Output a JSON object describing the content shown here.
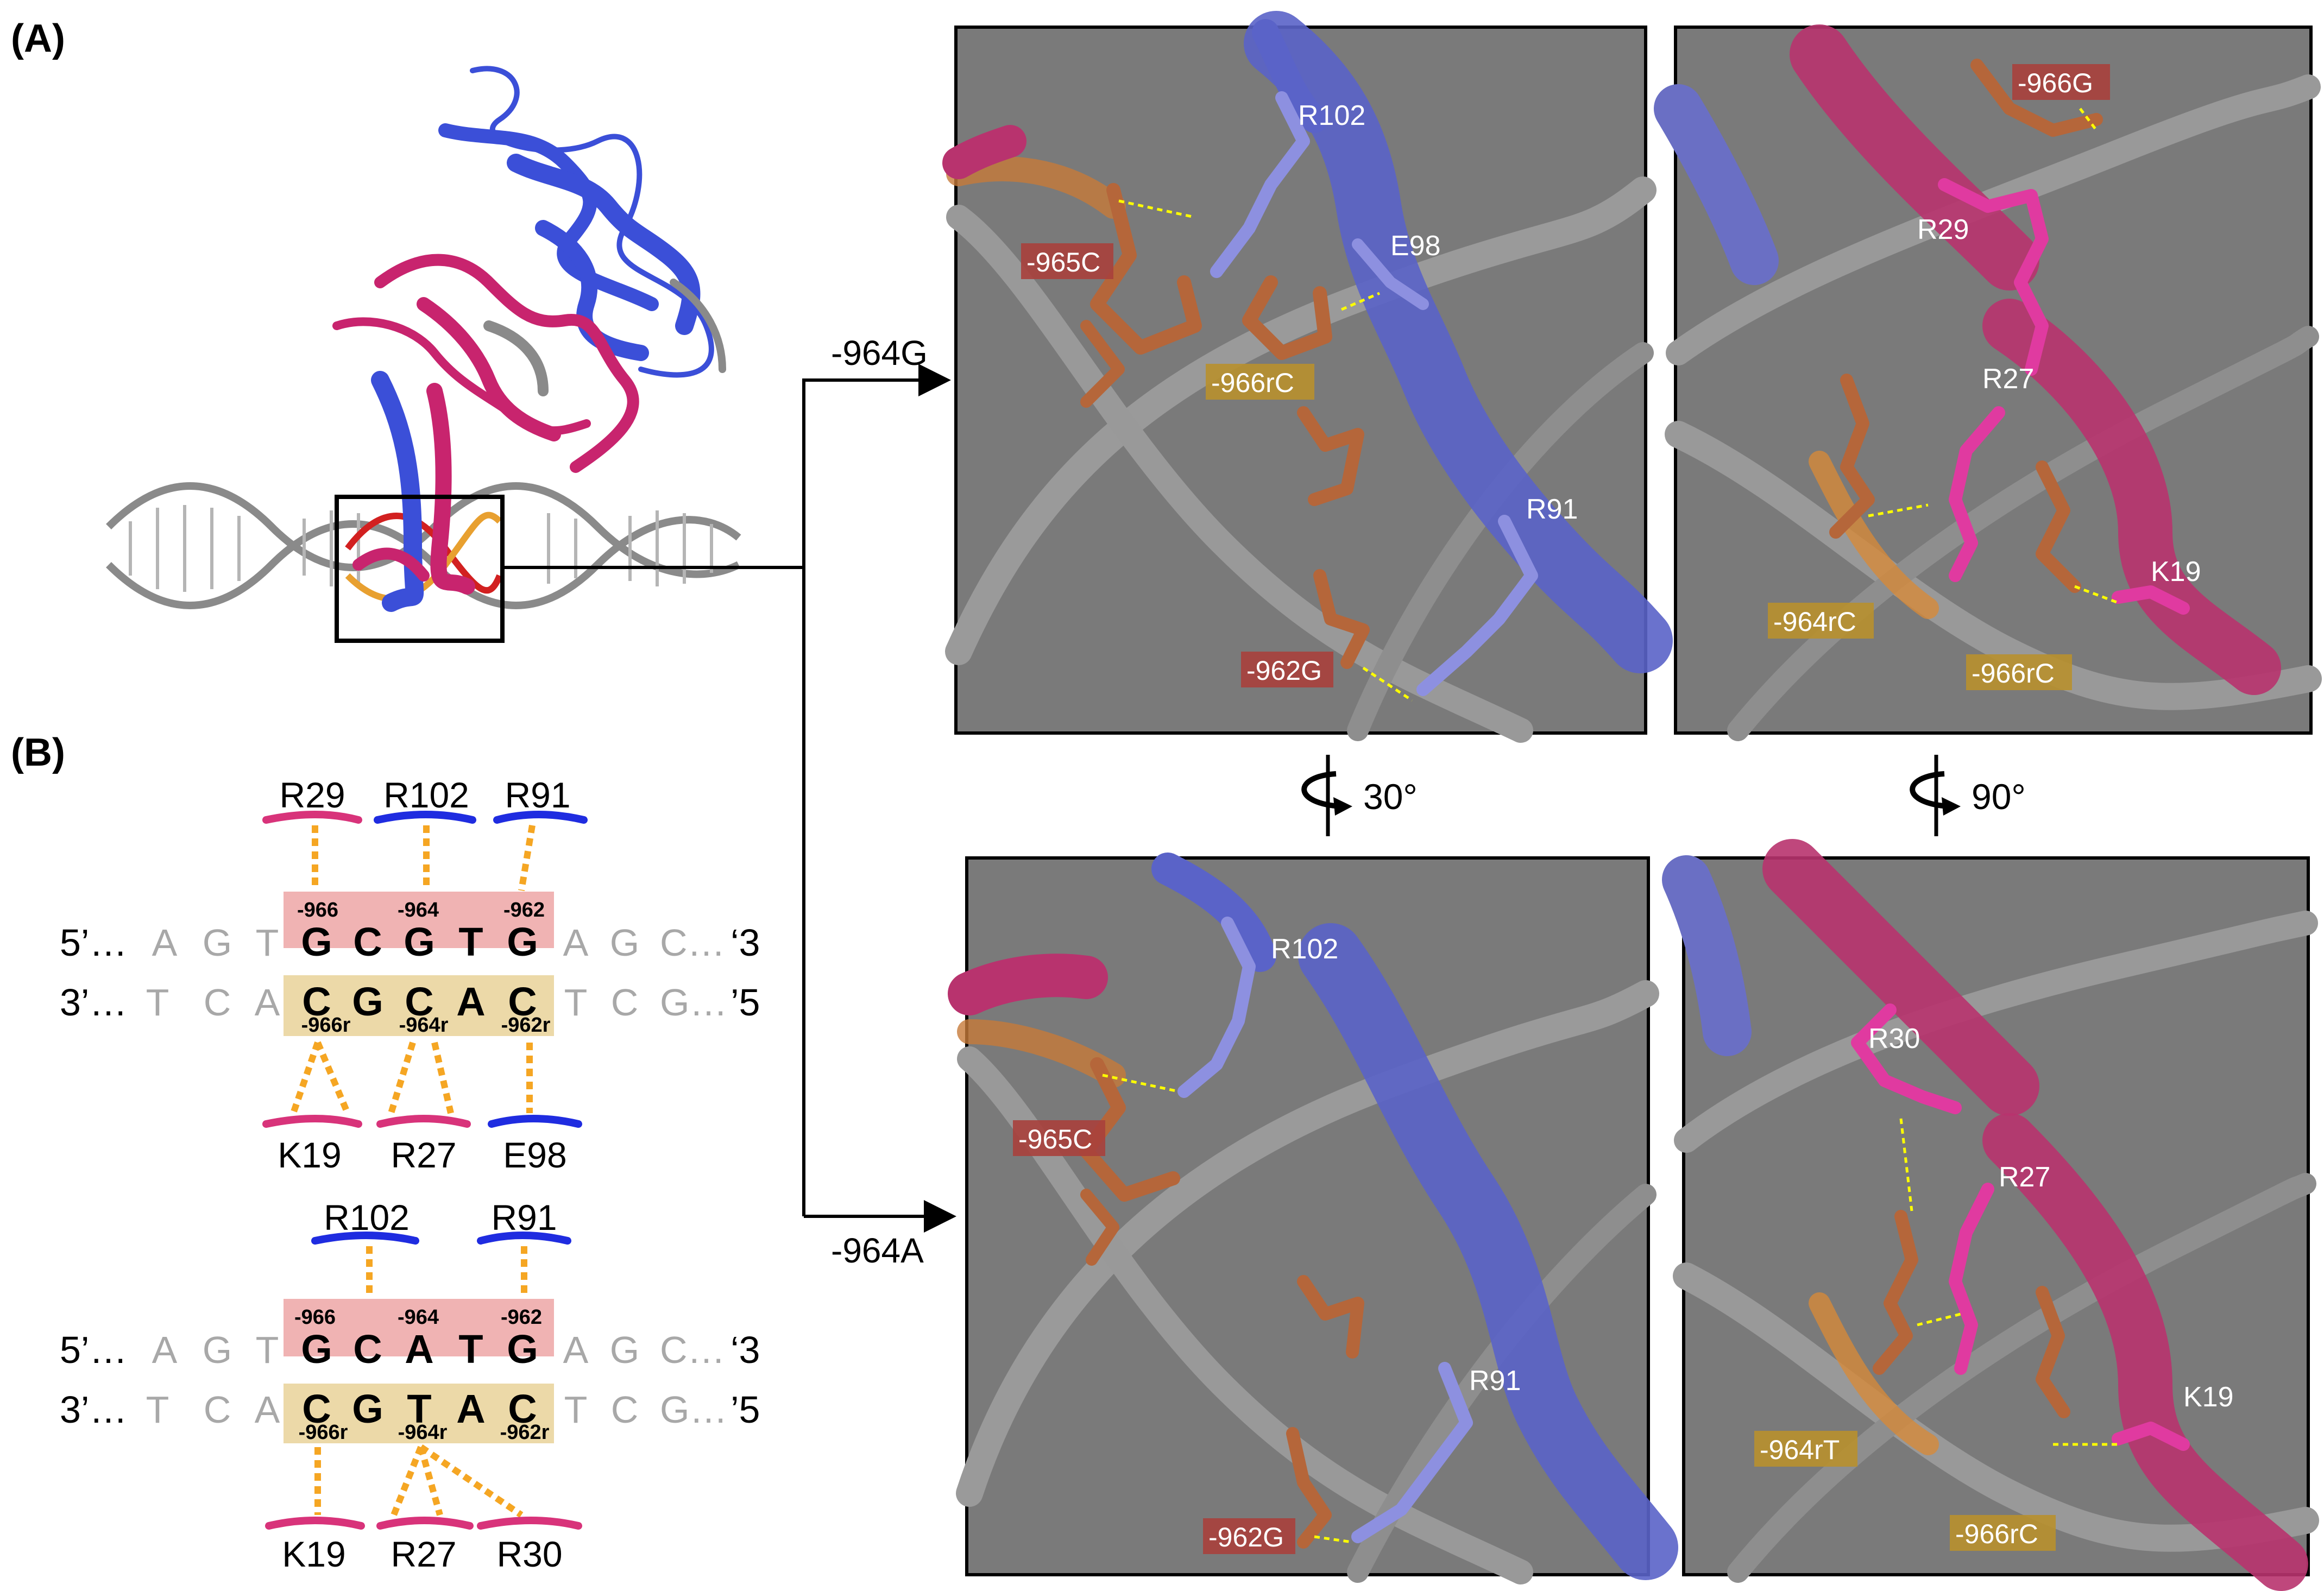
{
  "panels": {
    "a_label": "(A)",
    "b_label": "(B)"
  },
  "arrows": {
    "top_label": "-964G",
    "bottom_label": "-964A"
  },
  "rotations": {
    "left": "30°",
    "right": "90°"
  },
  "top_left_view": {
    "residues": [
      "R102",
      "E98",
      "R91"
    ],
    "nucleotides": [
      "-965C",
      "-966rC",
      "-962G"
    ]
  },
  "top_right_view": {
    "residues": [
      "R29",
      "R27",
      "K19"
    ],
    "nucleotides": [
      "-966G",
      "-964rC",
      "-966rC"
    ]
  },
  "bottom_left_view": {
    "residues": [
      "R102",
      "R91"
    ],
    "nucleotides": [
      "-965C",
      "-962G"
    ]
  },
  "bottom_right_view": {
    "residues": [
      "R30",
      "R27",
      "K19"
    ],
    "nucleotides": [
      "-964rT",
      "-966rC"
    ]
  },
  "scheme_top": {
    "top_residues": [
      "R29",
      "R102",
      "R91"
    ],
    "bottom_residues": [
      "K19",
      "R27",
      "E98"
    ],
    "top_positions": [
      "-966",
      "-964",
      "-962"
    ],
    "bottom_positions": [
      "-966r",
      "-964r",
      "-962r"
    ],
    "strand5_prefix": "5’…",
    "strand5_left": [
      "A",
      "G",
      "T"
    ],
    "strand5_core": [
      "G",
      "C",
      "G",
      "T",
      "G"
    ],
    "strand5_right": [
      "A",
      "G",
      "C…"
    ],
    "strand5_end": "‘3",
    "strand3_prefix": "3’…",
    "strand3_left": [
      "T",
      "C",
      "A"
    ],
    "strand3_core": [
      "C",
      "G",
      "C",
      "A",
      "C"
    ],
    "strand3_right": [
      "T",
      "C",
      "G…"
    ],
    "strand3_end": "’5"
  },
  "scheme_bottom": {
    "top_residues": [
      "R102",
      "R91"
    ],
    "bottom_residues": [
      "K19",
      "R27",
      "R30"
    ],
    "top_positions": [
      "-966",
      "-964",
      "-962"
    ],
    "bottom_positions": [
      "-966r",
      "-964r",
      "-962r"
    ],
    "strand5_prefix": "5’…",
    "strand5_left": [
      "A",
      "G",
      "T"
    ],
    "strand5_core": [
      "G",
      "C",
      "A",
      "T",
      "G"
    ],
    "strand5_right": [
      "A",
      "G",
      "C…"
    ],
    "strand5_end": "‘3",
    "strand3_prefix": "3’…",
    "strand3_left": [
      "T",
      "C",
      "A"
    ],
    "strand3_core": [
      "C",
      "G",
      "T",
      "A",
      "C"
    ],
    "strand3_right": [
      "T",
      "C",
      "G…"
    ],
    "strand3_end": "’5"
  },
  "colors": {
    "blue_protein": "#3b4fd8",
    "magenta_protein": "#c8246e",
    "orange_contact": "#f5a623",
    "pink_box": "#f0b3b3",
    "tan_box": "#ecd9a8",
    "red_label_bg": "#a8403c",
    "gold_label_bg": "#b8902e",
    "view_background": "#7a7a7a"
  }
}
